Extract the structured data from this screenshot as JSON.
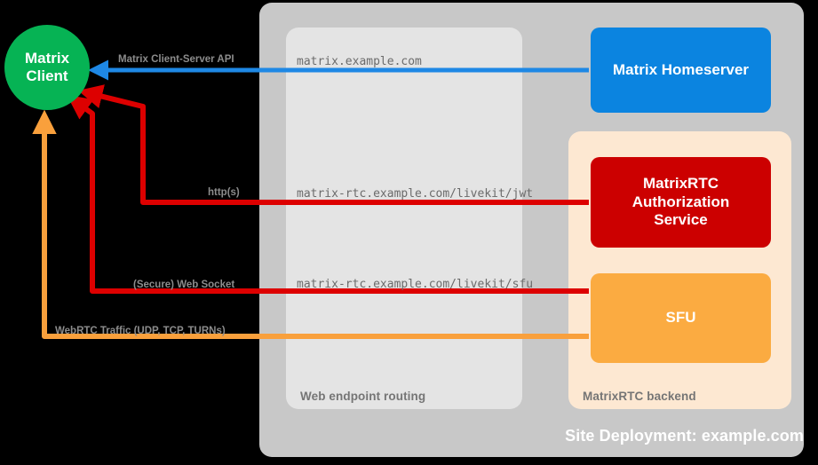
{
  "diagram": {
    "title": "Site Deployment: example.com",
    "client": {
      "line1": "Matrix",
      "line2": "Client"
    },
    "containers": [
      {
        "name": "web-endpoint-routing",
        "label": "Web endpoint routing",
        "color": "#e4e4e4"
      },
      {
        "name": "matrixrtc-backend",
        "label": "MatrixRTC backend",
        "color": "#fde8d2"
      },
      {
        "name": "site-deployment",
        "label": "Site Deployment: example.com",
        "color": "#c8c8c8"
      }
    ],
    "nodes": [
      {
        "id": "homeserver",
        "label": "Matrix Homeserver",
        "color": "#0b84e0"
      },
      {
        "id": "auth",
        "label": "MatrixRTC\nAuthorization\nService",
        "line1": "MatrixRTC",
        "line2": "Authorization",
        "line3": "Service",
        "color": "#cc0000"
      },
      {
        "id": "sfu",
        "label": "SFU",
        "color": "#fbab41"
      }
    ],
    "endpoints": [
      {
        "id": "url-homeserver",
        "text": "matrix.example.com"
      },
      {
        "id": "url-jwt",
        "text": "matrix-rtc.example.com/livekit/jwt"
      },
      {
        "id": "url-sfu",
        "text": "matrix-rtc.example.com/livekit/sfu"
      }
    ],
    "connections": [
      {
        "id": "cs-api",
        "label": "Matrix Client-Server API",
        "color": "#1e88e5",
        "direction": "to-client"
      },
      {
        "id": "https",
        "label": "http(s)",
        "color": "#dd0000",
        "direction": "bidirectional"
      },
      {
        "id": "websocket",
        "label": "(Secure) Web Socket",
        "color": "#dd0000",
        "direction": "bidirectional"
      },
      {
        "id": "webrtc",
        "label": "WebRTC Traffic (UDP, TCP, TURNs)",
        "color": "#f9a03c",
        "direction": "bidirectional"
      }
    ]
  }
}
